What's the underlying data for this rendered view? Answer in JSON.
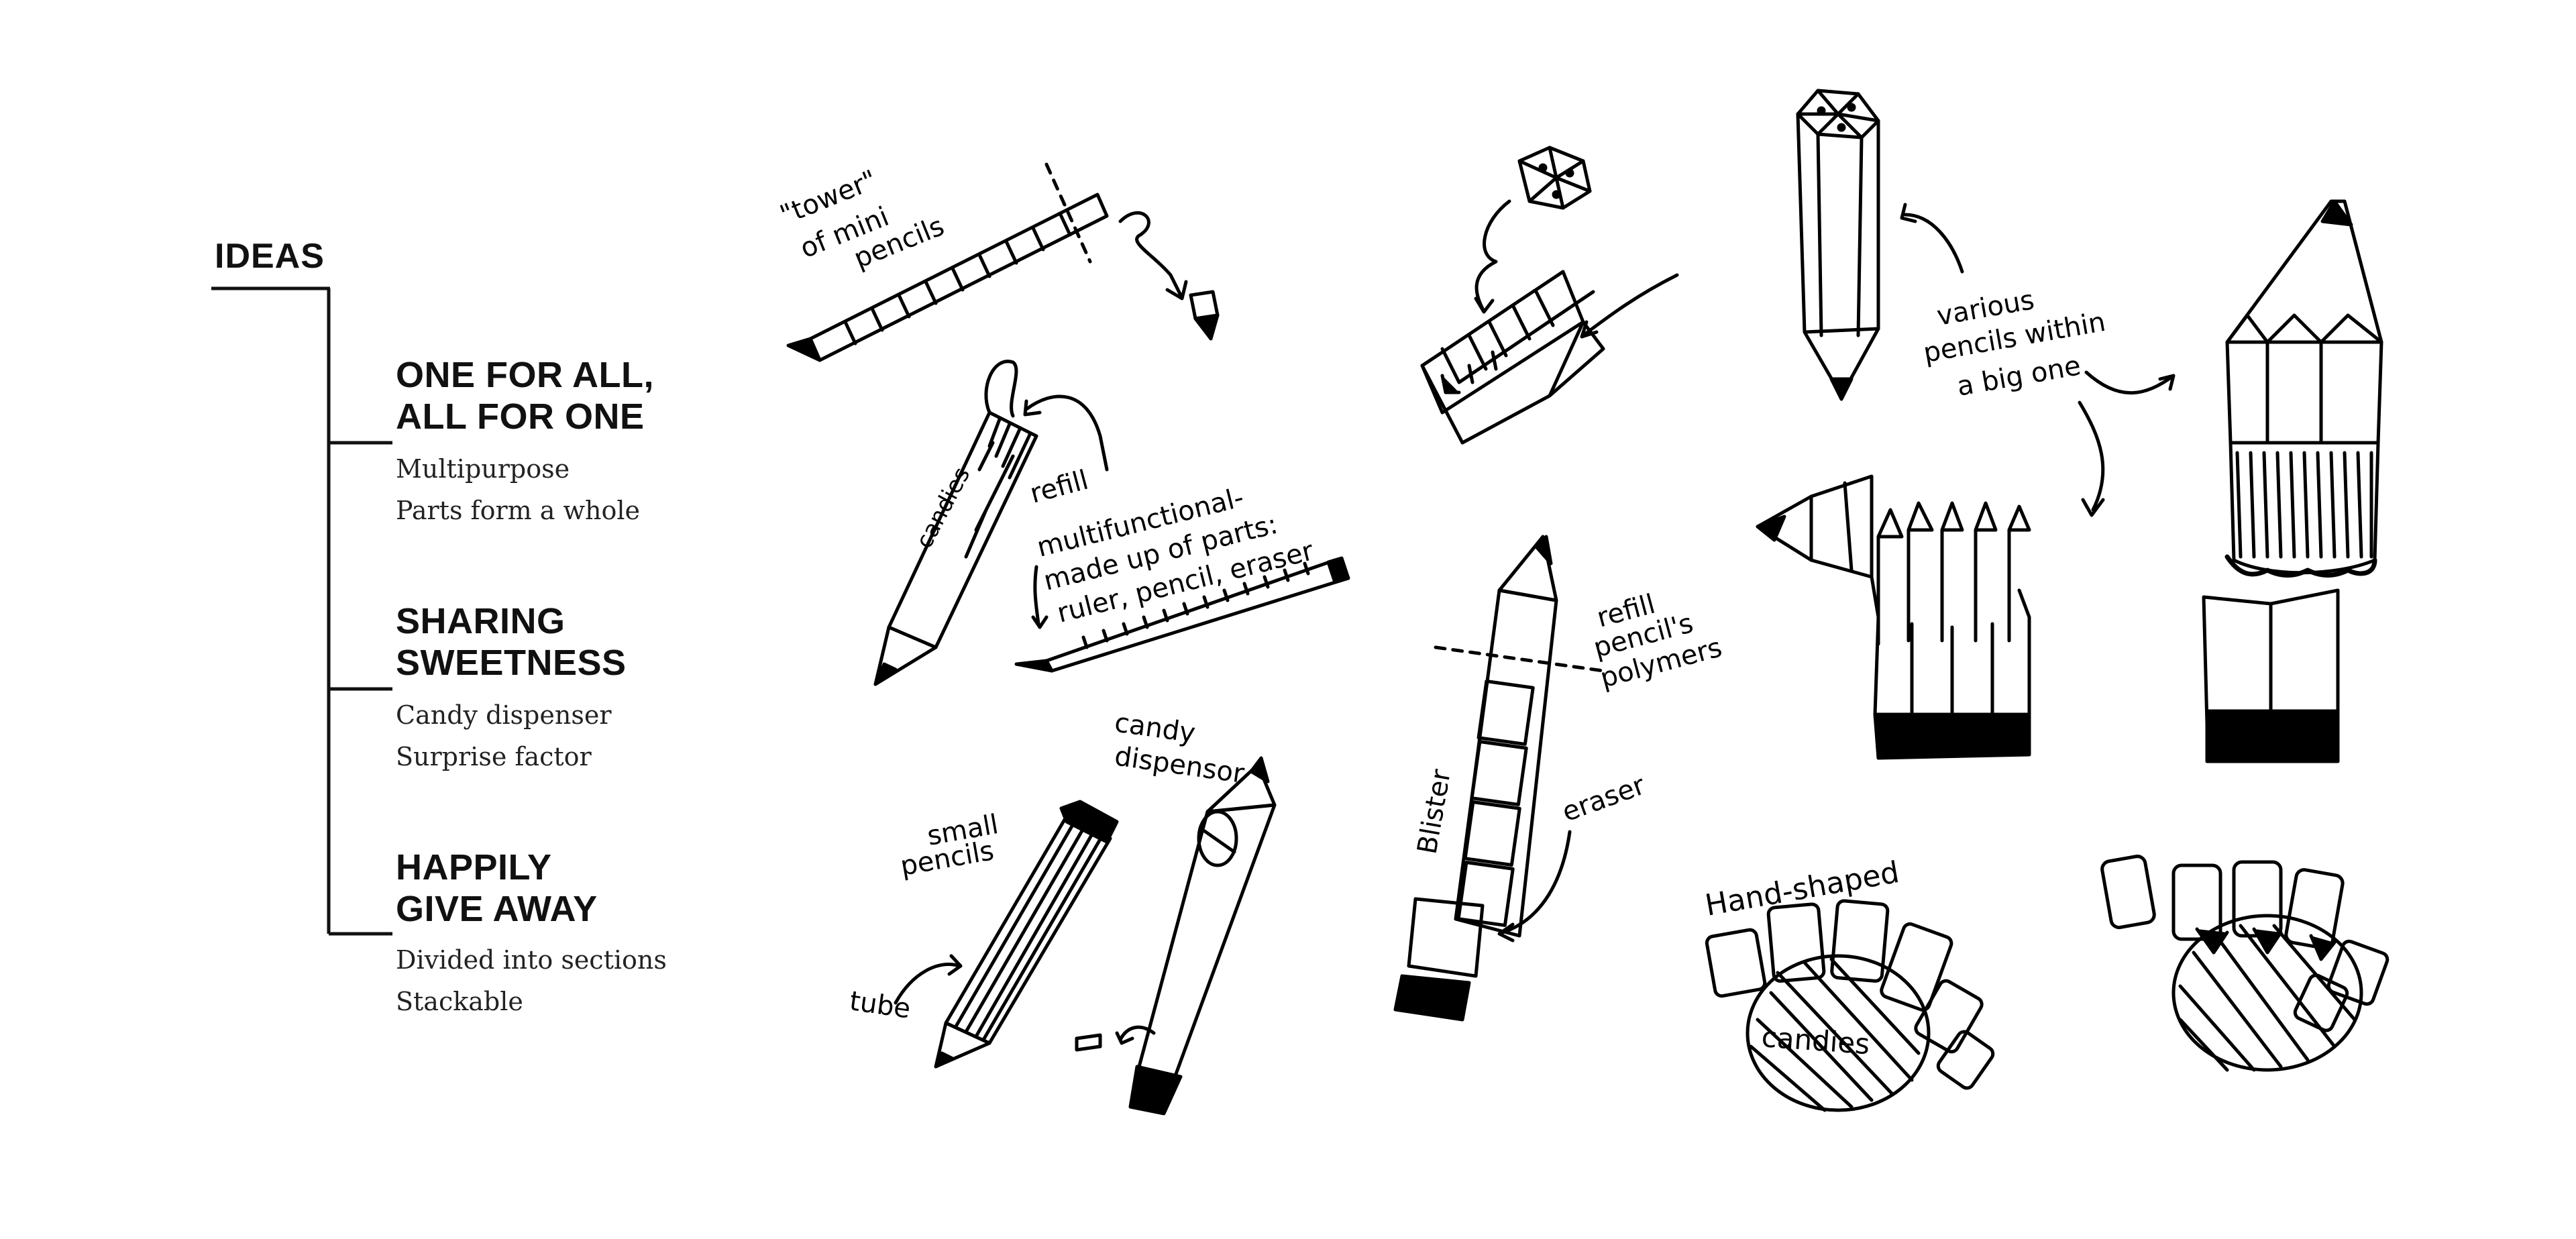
{
  "ideas": {
    "title": "IDEAS",
    "items": [
      {
        "heading_line1": "ONE FOR ALL,",
        "heading_line2": "ALL FOR ONE",
        "notes": [
          "Multipurpose",
          "Parts form a whole"
        ]
      },
      {
        "heading_line1": "SHARING",
        "heading_line2": "SWEETNESS",
        "notes": [
          "Candy dispenser",
          "Surprise factor"
        ]
      },
      {
        "heading_line1": "HAPPILY",
        "heading_line2": "GIVE AWAY",
        "notes": [
          "Divided into sections",
          "Stackable"
        ]
      }
    ]
  },
  "sketch_labels": {
    "tower_line1": "\"tower\"",
    "tower_line2": "of mini",
    "tower_line3": "pencils",
    "candies_pencil": "candies",
    "refill": "refill",
    "multi_line1": "multifunctional-",
    "multi_line2": "made up of parts:",
    "multi_line3": "ruler, pencil, eraser",
    "candy_dispensor_line1": "candy",
    "candy_dispensor_line2": "dispensor",
    "small_pencils_line1": "small",
    "small_pencils_line2": "pencils",
    "tube": "tube",
    "refill_polymers_line1": "refill",
    "refill_polymers_line2": "pencil's",
    "refill_polymers_line3": "polymers",
    "blister": "Blister",
    "eraser": "eraser",
    "various_line1": "various",
    "various_line2": "pencils within",
    "various_line3": "a big one",
    "hand_shaped": "Hand-shaped",
    "candies_hand": "candies"
  }
}
